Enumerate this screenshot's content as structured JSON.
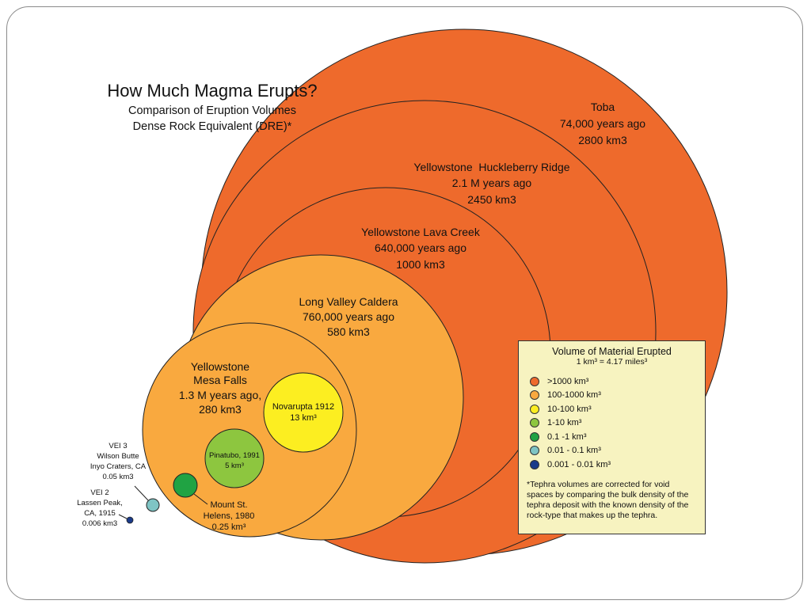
{
  "title": {
    "main": "How Much Magma Erupts?",
    "line2": "Comparison of Eruption Volumes",
    "line3": "Dense Rock Equivalent (DRE)*"
  },
  "colors": {
    "orange_dark": "#ee6a2c",
    "orange_light": "#f9a93f",
    "yellow": "#fcee21",
    "yellow_green": "#8dc63f",
    "green": "#20a343",
    "teal": "#7fc4c4",
    "navy": "#1b3b8a",
    "legend_bg": "#f7f3c0"
  },
  "eruptions": {
    "toba": {
      "name": "Toba",
      "age": "74,000 years ago",
      "volume": "2800 km3"
    },
    "huckleberry": {
      "name": "Yellowstone  Huckleberry Ridge",
      "age": "2.1 M years ago",
      "volume": "2450 km3"
    },
    "lava_creek": {
      "name": "Yellowstone Lava Creek",
      "age": "640,000 years ago",
      "volume": "1000 km3"
    },
    "long_valley": {
      "name": "Long Valley Caldera",
      "age": "760,000 years ago",
      "volume": "580 km3"
    },
    "mesa_falls": {
      "name1": "Yellowstone",
      "name2": "Mesa Falls",
      "age": "1.3 M years ago,",
      "volume": "280 km3"
    },
    "novarupta": {
      "name": "Novarupta 1912",
      "volume": "13 km³"
    },
    "pinatubo": {
      "name": "Pinatubo, 1991",
      "volume": "5 km³"
    },
    "st_helens": {
      "name1": "Mount St.",
      "name2": "Helens, 1980",
      "volume": "0.25 km³"
    },
    "wilson_butte": {
      "vei": "VEI 3",
      "name1": "Wilson Butte",
      "name2": "Inyo Craters, CA",
      "volume": "0.05 km3"
    },
    "lassen": {
      "vei": "VEI 2",
      "name1": "Lassen Peak,",
      "name2": "CA, 1915",
      "volume": "0.006 km3"
    }
  },
  "legend": {
    "title": "Volume of Material Erupted",
    "subtitle": "1 km³ = 4.17 miles³",
    "items": [
      {
        "label": ">1000 km³",
        "color": "#ee6a2c"
      },
      {
        "label": "100-1000 km³",
        "color": "#f9a93f"
      },
      {
        "label": "10-100 km³",
        "color": "#fcee21"
      },
      {
        "label": "1-10 km³",
        "color": "#8dc63f"
      },
      {
        "label": "0.1 -1 km³",
        "color": "#20a343"
      },
      {
        "label": "0.01 - 0.1 km³",
        "color": "#7fc4c4"
      },
      {
        "label": "0.001 - 0.01 km³",
        "color": "#1b3b8a"
      }
    ],
    "note": "*Tephra volumes are corrected for void spaces by comparing the bulk density of the tephra deposit with the known density of the rock-type that makes up the tephra."
  }
}
